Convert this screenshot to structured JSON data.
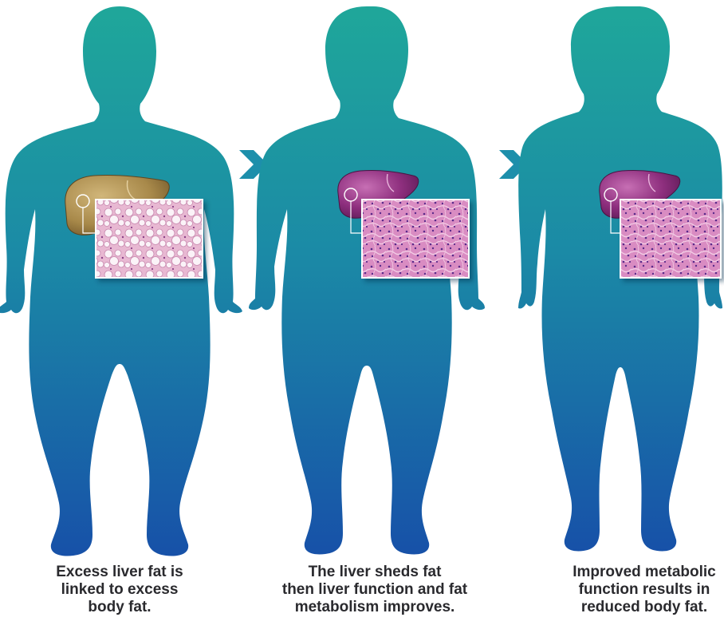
{
  "colors": {
    "body_top": "#1fa79a",
    "body_bottom": "#1751a8",
    "arrow": "#1d8fab",
    "fatty_liver": "#a8894a",
    "healthy_liver": "#8e2f7e",
    "caption_text": "#2a2a2e"
  },
  "stages": [
    {
      "liver": "fatty",
      "caption": [
        "Excess liver fat is",
        "linked to excess",
        "body fat."
      ]
    },
    {
      "liver": "healthy",
      "caption": [
        "The liver sheds fat",
        "then liver function and fat",
        "metabolism improves."
      ]
    },
    {
      "liver": "healthy",
      "caption": [
        "Improved metabolic",
        "function results in",
        "reduced body fat."
      ]
    }
  ],
  "arrows": [
    "chevron-right-icon",
    "chevron-right-icon"
  ]
}
